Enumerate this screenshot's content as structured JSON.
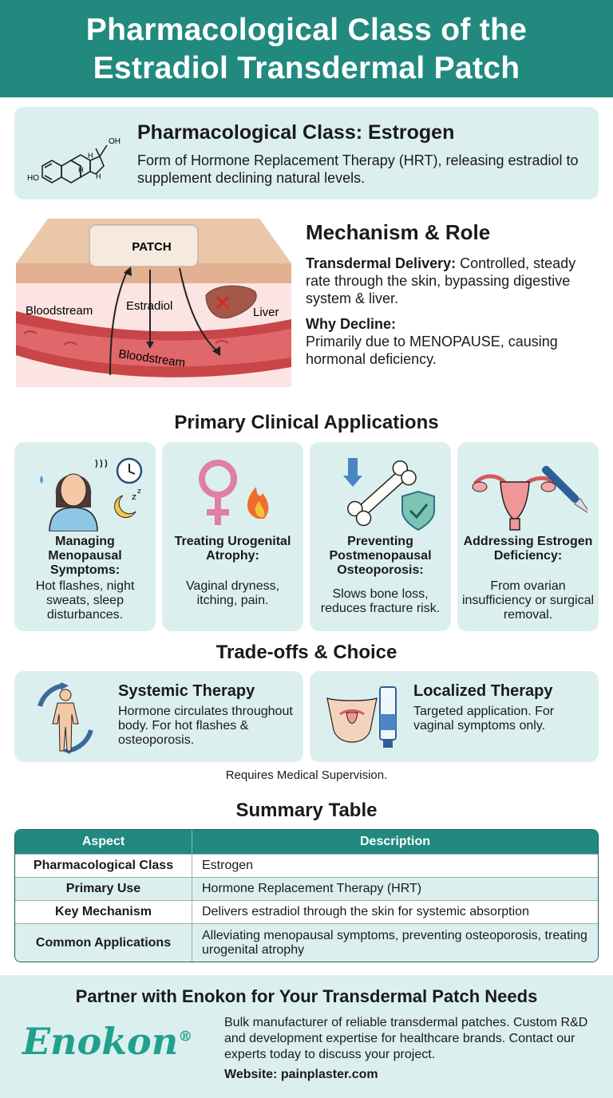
{
  "header": {
    "title_line1": "Pharmacological Class of the",
    "title_line2": "Estradiol Transdermal Patch"
  },
  "class_card": {
    "title": "Pharmacological Class: Estrogen",
    "text": "Form of Hormone Replacement Therapy (HRT), releasing estradiol to supplement declining natural levels.",
    "mol_oh_top": "OH",
    "mol_ho": "HO",
    "mol_h": "H"
  },
  "diagram": {
    "patch": "PATCH",
    "bloodstream_left": "Bloodstream",
    "estradiol": "Estradiol",
    "liver": "Liver",
    "bloodstream_vessel": "Bloodstream"
  },
  "mechanism": {
    "title": "Mechanism & Role",
    "delivery_label": "Transdermal Delivery:",
    "delivery_text": " Controlled, steady rate through the skin, bypassing digestive system & liver.",
    "decline_label": "Why Decline:",
    "decline_text": "Primarily due to MENOPAUSE, causing hormonal deficiency."
  },
  "applications": {
    "title": "Primary Clinical Applications",
    "items": [
      {
        "title": "Managing Menopausal Symptoms:",
        "desc": "Hot flashes, night sweats, sleep disturbances."
      },
      {
        "title": "Treating Urogenital Atrophy:",
        "desc": "Vaginal dryness, itching, pain."
      },
      {
        "title": "Preventing Postmenopausal Osteoporosis:",
        "desc": "Slows bone loss, reduces fracture risk."
      },
      {
        "title": "Addressing Estrogen Deficiency:",
        "desc": "From ovarian insufficiency or surgical removal."
      }
    ]
  },
  "tradeoffs": {
    "title": "Trade-offs & Choice",
    "systemic": {
      "title": "Systemic Therapy",
      "desc": "Hormone circulates throughout body. For hot flashes & osteoporosis."
    },
    "localized": {
      "title": "Localized Therapy",
      "desc": "Targeted application. For vaginal symptoms only."
    },
    "note": "Requires Medical Supervision."
  },
  "summary": {
    "title": "Summary Table",
    "headers": [
      "Aspect",
      "Description"
    ],
    "rows": [
      [
        "Pharmacological Class",
        "Estrogen"
      ],
      [
        "Primary Use",
        "Hormone Replacement Therapy (HRT)"
      ],
      [
        "Key Mechanism",
        "Delivers estradiol through the skin for systemic absorption"
      ],
      [
        "Common Applications",
        "Alleviating menopausal symptoms, preventing osteoporosis, treating urogenital atrophy"
      ]
    ]
  },
  "footer": {
    "title": "Partner with Enokon for Your Transdermal Patch Needs",
    "logo": "Enokon",
    "logo_mark": "®",
    "text": "Bulk manufacturer of reliable transdermal patches. Custom R&D and development expertise for healthcare brands. Contact our experts today to discuss your project.",
    "website": "Website: painplaster.com"
  },
  "colors": {
    "teal": "#22897f",
    "card_bg": "#dcefef",
    "logo": "#20a08e"
  },
  "icons": [
    "steroid-structure-icon",
    "skin-patch-diagram",
    "woman-hot-flash-icon",
    "female-symbol-flame-icon",
    "bone-shield-icon",
    "uterus-scalpel-icon",
    "body-circulation-icon",
    "pelvis-cream-icon"
  ]
}
